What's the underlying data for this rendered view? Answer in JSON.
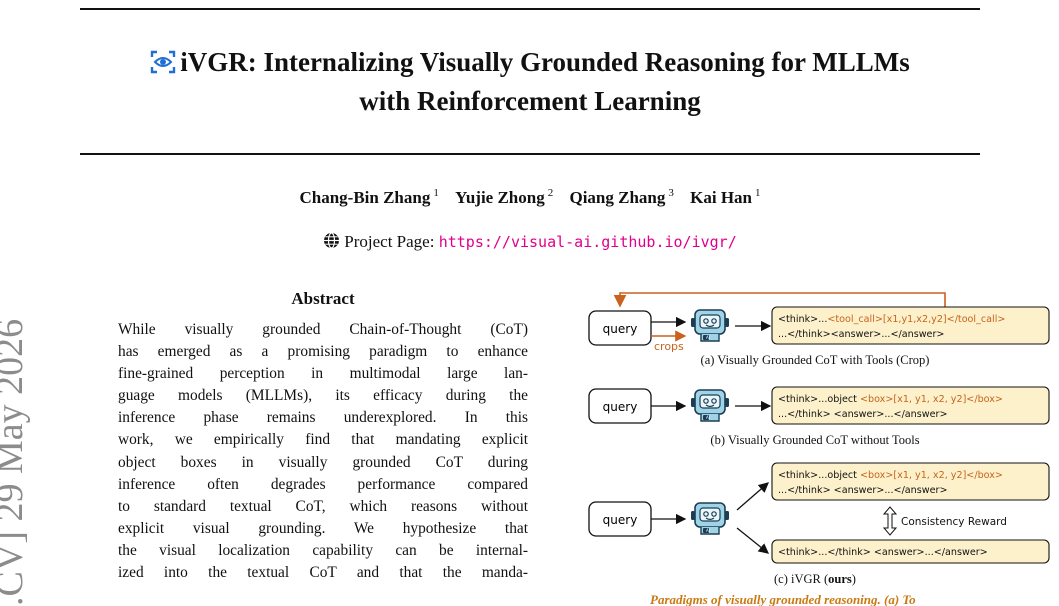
{
  "paper": {
    "title_line1": "iVGR: Internalizing Visually Grounded Reasoning for MLLMs",
    "title_line2": "with Reinforcement Learning",
    "authors": [
      {
        "name": "Chang-Bin Zhang",
        "aff": "1"
      },
      {
        "name": "Yujie Zhong",
        "aff": "2"
      },
      {
        "name": "Qiang Zhang",
        "aff": "3"
      },
      {
        "name": "Kai Han",
        "aff": "1"
      }
    ],
    "project_label": "Project Page:",
    "project_url": "https://visual-ai.github.io/ivgr/",
    "arxiv_stamp": ".CV]  29 May 2026",
    "abstract_heading": "Abstract",
    "abstract_lines": [
      "While visually grounded Chain-of-Thought (CoT)",
      "has emerged as a promising paradigm to enhance",
      "fine-grained perception in multimodal large lan-",
      "guage models (MLLMs), its efficacy during the",
      "inference phase remains underexplored. In this",
      "work, we empirically find that mandating explicit",
      "object boxes in visually grounded CoT during",
      "inference often degrades performance compared",
      "to standard textual CoT, which reasons without",
      "explicit visual grounding. We hypothesize that",
      "the visual localization capability can be internal-",
      "ized into the textual CoT and that the manda-"
    ]
  },
  "figure": {
    "query_label": "query",
    "crops_label": "crops",
    "robot_badge": "AI",
    "panel_a": {
      "line1_prefix": "<think>...",
      "line1_highlight": "<tool_call>[x1,y1,x2,y2]</tool_call>",
      "line2": "...</think><answer>...</answer>",
      "caption": "(a) Visually Grounded CoT with Tools (Crop)"
    },
    "panel_b": {
      "line1_prefix": "<think>...object ",
      "line1_highlight": "<box>[x1, y1, x2, y2]</box>",
      "line2": "...</think> <answer>...</answer>",
      "caption": "(b) Visually Grounded CoT without Tools"
    },
    "panel_c": {
      "top_line1_prefix": "<think>...object ",
      "top_line1_highlight": "<box>[x1, y1, x2, y2]</box>",
      "top_line2": "...</think> <answer>...</answer>",
      "bottom_line": "<think>...</think> <answer>...</answer>",
      "consistency_label": "Consistency Reward",
      "caption_prefix": "(c) iVGR (",
      "caption_bold": "ours",
      "caption_suffix": ")"
    },
    "next_caption_fragment": "Paradigms of visually grounded reasoning. (a) To"
  },
  "colors": {
    "accent_orange": "#c8621c",
    "box_fill": "#fdf1cc",
    "url_pink": "#e0008c",
    "logo_blue": "#1f6fd6"
  }
}
